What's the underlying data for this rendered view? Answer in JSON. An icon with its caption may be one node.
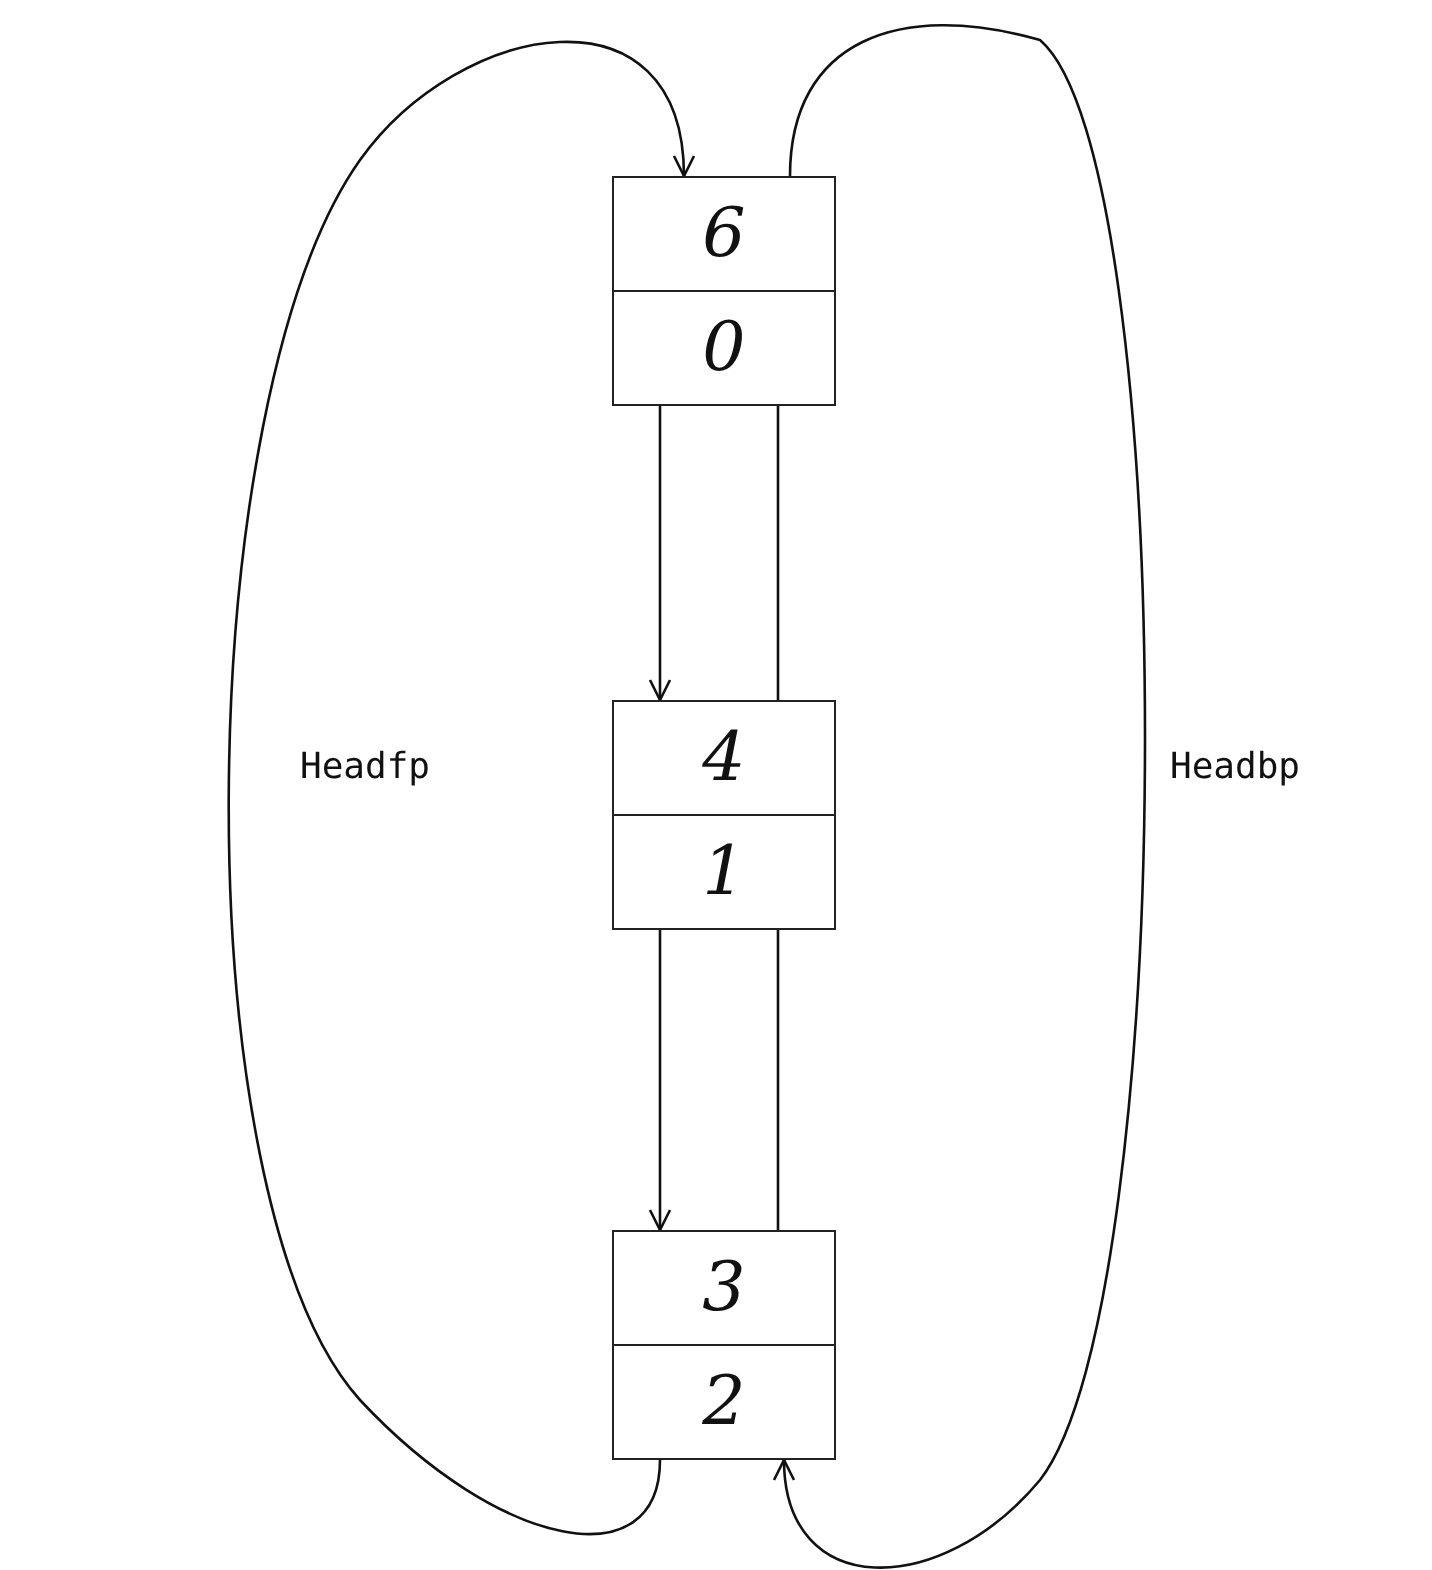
{
  "diagram": {
    "nodes": [
      {
        "text": [
          "6",
          "0"
        ]
      },
      {
        "text": [
          "4",
          "1"
        ]
      },
      {
        "text": [
          "3",
          "2"
        ]
      }
    ],
    "edges": [
      {
        "from": 0,
        "to": 1,
        "arrow": "to"
      },
      {
        "from": 1,
        "to": 0,
        "arrow": "none"
      },
      {
        "from": 1,
        "to": 2,
        "arrow": "to"
      },
      {
        "from": 2,
        "to": 1,
        "arrow": "none"
      },
      {
        "from": 2,
        "to": 0,
        "arrow": "to"
      },
      {
        "from": 0,
        "to": 2,
        "arrow": "to"
      }
    ],
    "labels": [
      "Headfp",
      "Headbp"
    ]
  }
}
